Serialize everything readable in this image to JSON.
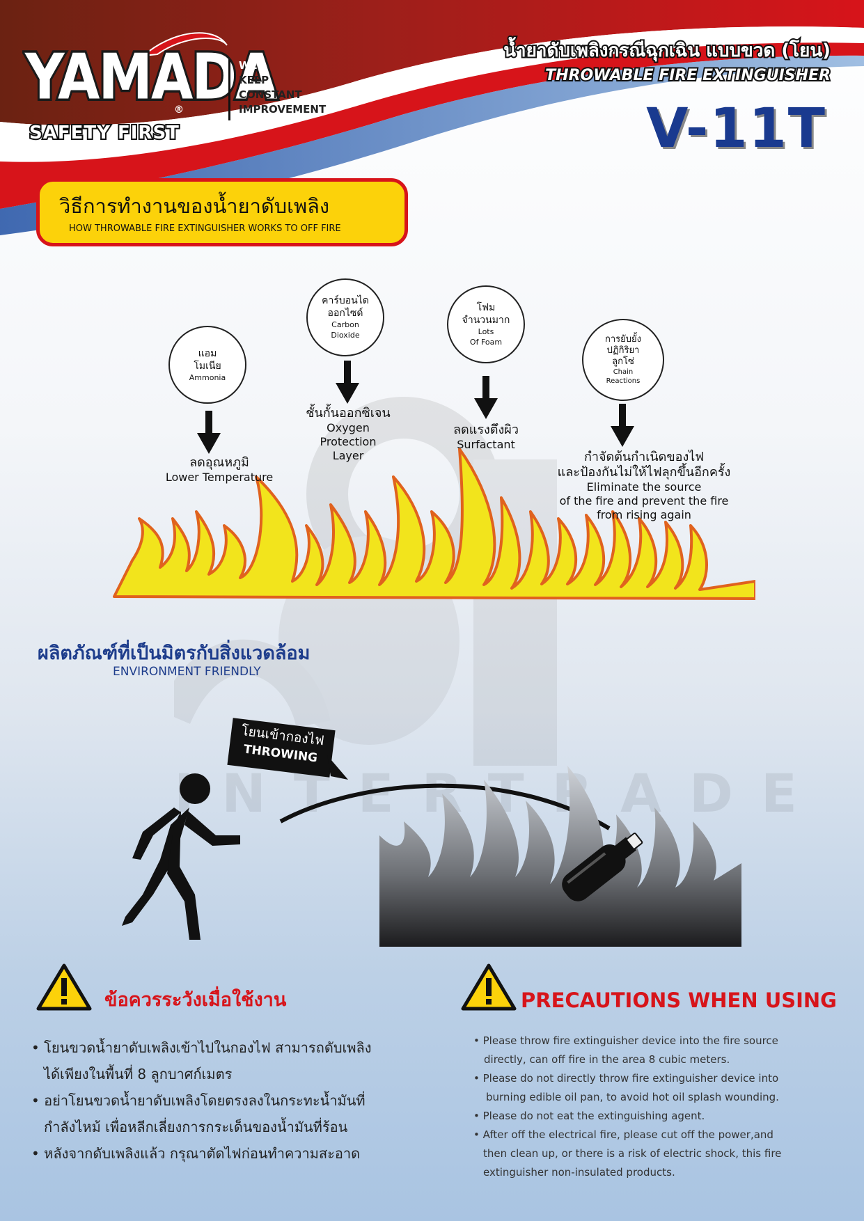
{
  "brand": {
    "logo": "YAMADA",
    "logo_sub": "SAFETY FIRST",
    "registered": "®",
    "tagline": [
      "WE",
      "KEEP",
      "CONSTANT",
      "IMPROVEMENT"
    ]
  },
  "header": {
    "title_th": "น้ำยาดับเพลิงกรณีฉุกเฉิน แบบขวด (โยน)",
    "title_en": "THROWABLE FIRE EXTINGUISHER",
    "model": "V-11T"
  },
  "how_it_works": {
    "title_th": "วิธีการทำงานของน้ำยาดับเพลิง",
    "title_en": "HOW THROWABLE FIRE EXTINGUISHER WORKS TO OFF FIRE",
    "steps": [
      {
        "circle_th": [
          "แอม",
          "โมเนีย"
        ],
        "circle_en": [
          "Ammonia"
        ],
        "label_th": [
          "ลดอุณหภูมิ"
        ],
        "label_en": [
          "Lower Temperature"
        ]
      },
      {
        "circle_th": [
          "คาร์บอนได",
          "ออกไซด์"
        ],
        "circle_en": [
          "Carbon",
          "Dioxide"
        ],
        "label_th": [
          "ชั้นกั้นออกซิเจน"
        ],
        "label_en": [
          "Oxygen",
          "Protection",
          "Layer"
        ]
      },
      {
        "circle_th": [
          "โฟม",
          "จำนวนมาก"
        ],
        "circle_en": [
          "Lots",
          "Of Foam"
        ],
        "label_th": [
          "ลดแรงตึงผิว"
        ],
        "label_en": [
          "Surfactant"
        ]
      },
      {
        "circle_th": [
          "การยับยั้ง",
          "ปฏิกิริยา",
          "ลูกโซ่"
        ],
        "circle_en": [
          "Chain",
          "Reactions"
        ],
        "label_th": [
          "กำจัดต้นกำเนิดของไฟ",
          "และป้องกันไม่ให้ไฟลุกขึ้นอีกครั้ง"
        ],
        "label_en": [
          "Eliminate the source",
          "of the fire and prevent the fire",
          "from rising again"
        ]
      }
    ]
  },
  "eco": {
    "title_th": "ผลิตภัณฑ์ที่เป็นมิตรกับสิ่งแวดล้อม",
    "title_en": "ENVIRONMENT FRIENDLY",
    "throw_th": "โยนเข้ากองไฟ",
    "throw_en": "THROWING"
  },
  "watermark": "INTERTRADE",
  "precautions": {
    "title_th": "ข้อควรระวังเมื่อใช้งาน",
    "title_en": "PRECAUTIONS WHEN USING",
    "th": [
      [
        "โยนขวดน้ำยาดับเพลิงเข้าไปในกองไฟ สามารถดับเพลิง",
        "ได้เพียงในพื้นที่ 8 ลูกบาศก์เมตร"
      ],
      [
        "อย่าโยนขวดน้ำยาดับเพลิงโดยตรงลงในกระทะน้ำมันที่",
        "กำลังไหม้ เพื่อหลีกเลี่ยงการกระเด็นของน้ำมันที่ร้อน"
      ],
      [
        "หลังจากดับเพลิงแล้ว กรุณาตัดไฟก่อนทำความสะอาด"
      ]
    ],
    "en": [
      [
        "Please throw fire extinguisher device into the fire source",
        "directly, can off fire in the area 8 cubic meters."
      ],
      [
        "Please do not directly throw fire extinguisher device into",
        "burning edible oil pan, to avoid hot oil splash wounding."
      ],
      [
        "Please do not eat the extinguishing agent."
      ],
      [
        "After off the electrical fire, please cut off the power,and",
        "then clean up, or there is a risk of electric shock, this fire",
        "extinguisher non-insulated products."
      ]
    ]
  },
  "colors": {
    "red": "#d7141a",
    "yellow": "#fcd20a",
    "navy": "#1e3d8c",
    "brown": "#6b2212"
  }
}
